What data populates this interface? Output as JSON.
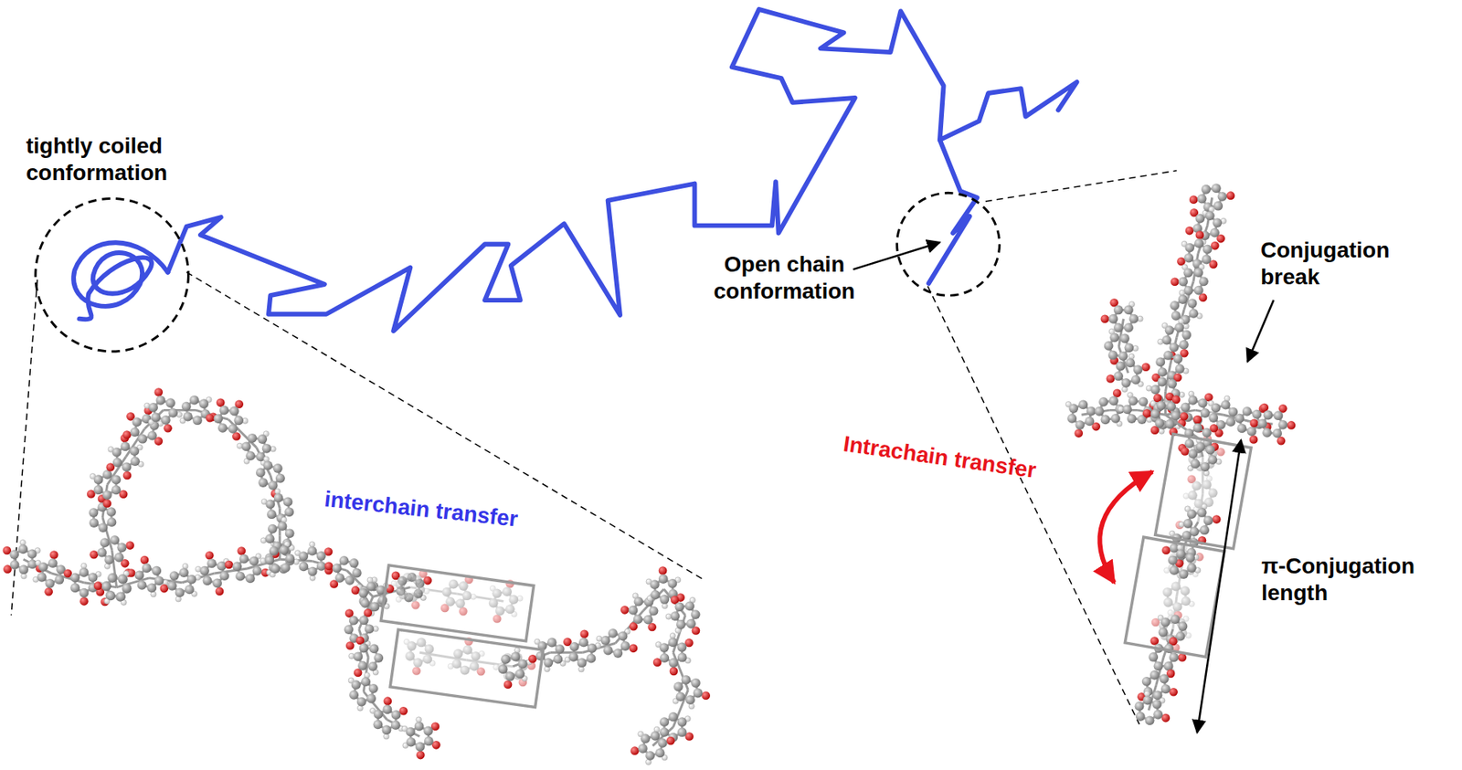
{
  "diagram": {
    "labels": [
      "tightly coiled conformation",
      "interchain transfer",
      "Open chain conformation",
      "Conjugation break",
      "Intrachain transfer",
      "π-Conjugation length"
    ]
  }
}
